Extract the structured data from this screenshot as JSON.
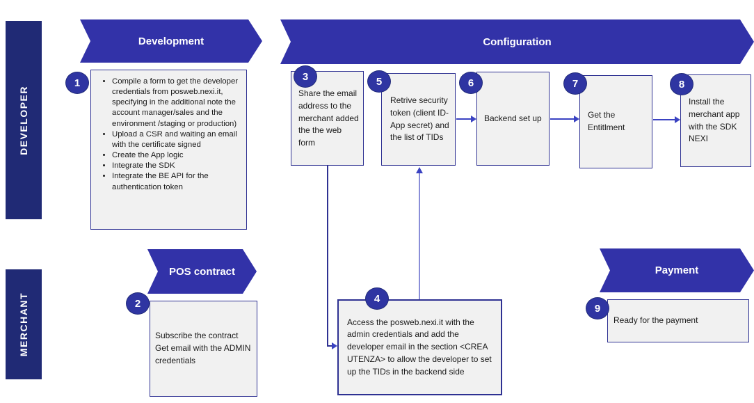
{
  "colors": {
    "banner": "#3232a8",
    "lane_bar": "#202a75",
    "circle": "#2f35a2",
    "box_fill": "#f1f1f1",
    "box_border": "#2e3192",
    "arrow": "#3a42c2",
    "arrow_light": "#8a8ed8",
    "connector": "#2e3192"
  },
  "lanes": {
    "developer": "DEVELOPER",
    "merchant": "MERCHANT"
  },
  "phases": {
    "development": "Development",
    "configuration": "Configuration",
    "pos_contract": "POS contract",
    "payment": "Payment"
  },
  "steps": {
    "s1": {
      "number": "1",
      "bullets": [
        "Compile a form to get the developer credentials from posweb.nexi.it, specifying in the additional note the account manager/sales and the environment /staging or production)",
        "Upload a CSR and waiting an email with the certificate signed",
        "Create the App logic",
        "Integrate the SDK",
        "Integrate the BE API for the authentication token"
      ]
    },
    "s2": {
      "number": "2",
      "text": "Subscribe the contract\nGet email with the ADMIN credentials"
    },
    "s3": {
      "number": "3",
      "text": "Share the email address to the merchant added the the web form"
    },
    "s4": {
      "number": "4",
      "text": "Access the posweb.nexi.it with the admin credentials and add the developer email in the section <CREA UTENZA> to allow the developer to set up the TIDs in the backend side"
    },
    "s5": {
      "number": "5",
      "text": "Retrive security token (client ID-App secret) and the list of TIDs"
    },
    "s6": {
      "number": "6",
      "text": "Backend set up"
    },
    "s7": {
      "number": "7",
      "text": "Get the Entitlment"
    },
    "s8": {
      "number": "8",
      "text": "Install the merchant app with the SDK NEXI"
    },
    "s9": {
      "number": "9",
      "text": "Ready for the payment"
    }
  }
}
